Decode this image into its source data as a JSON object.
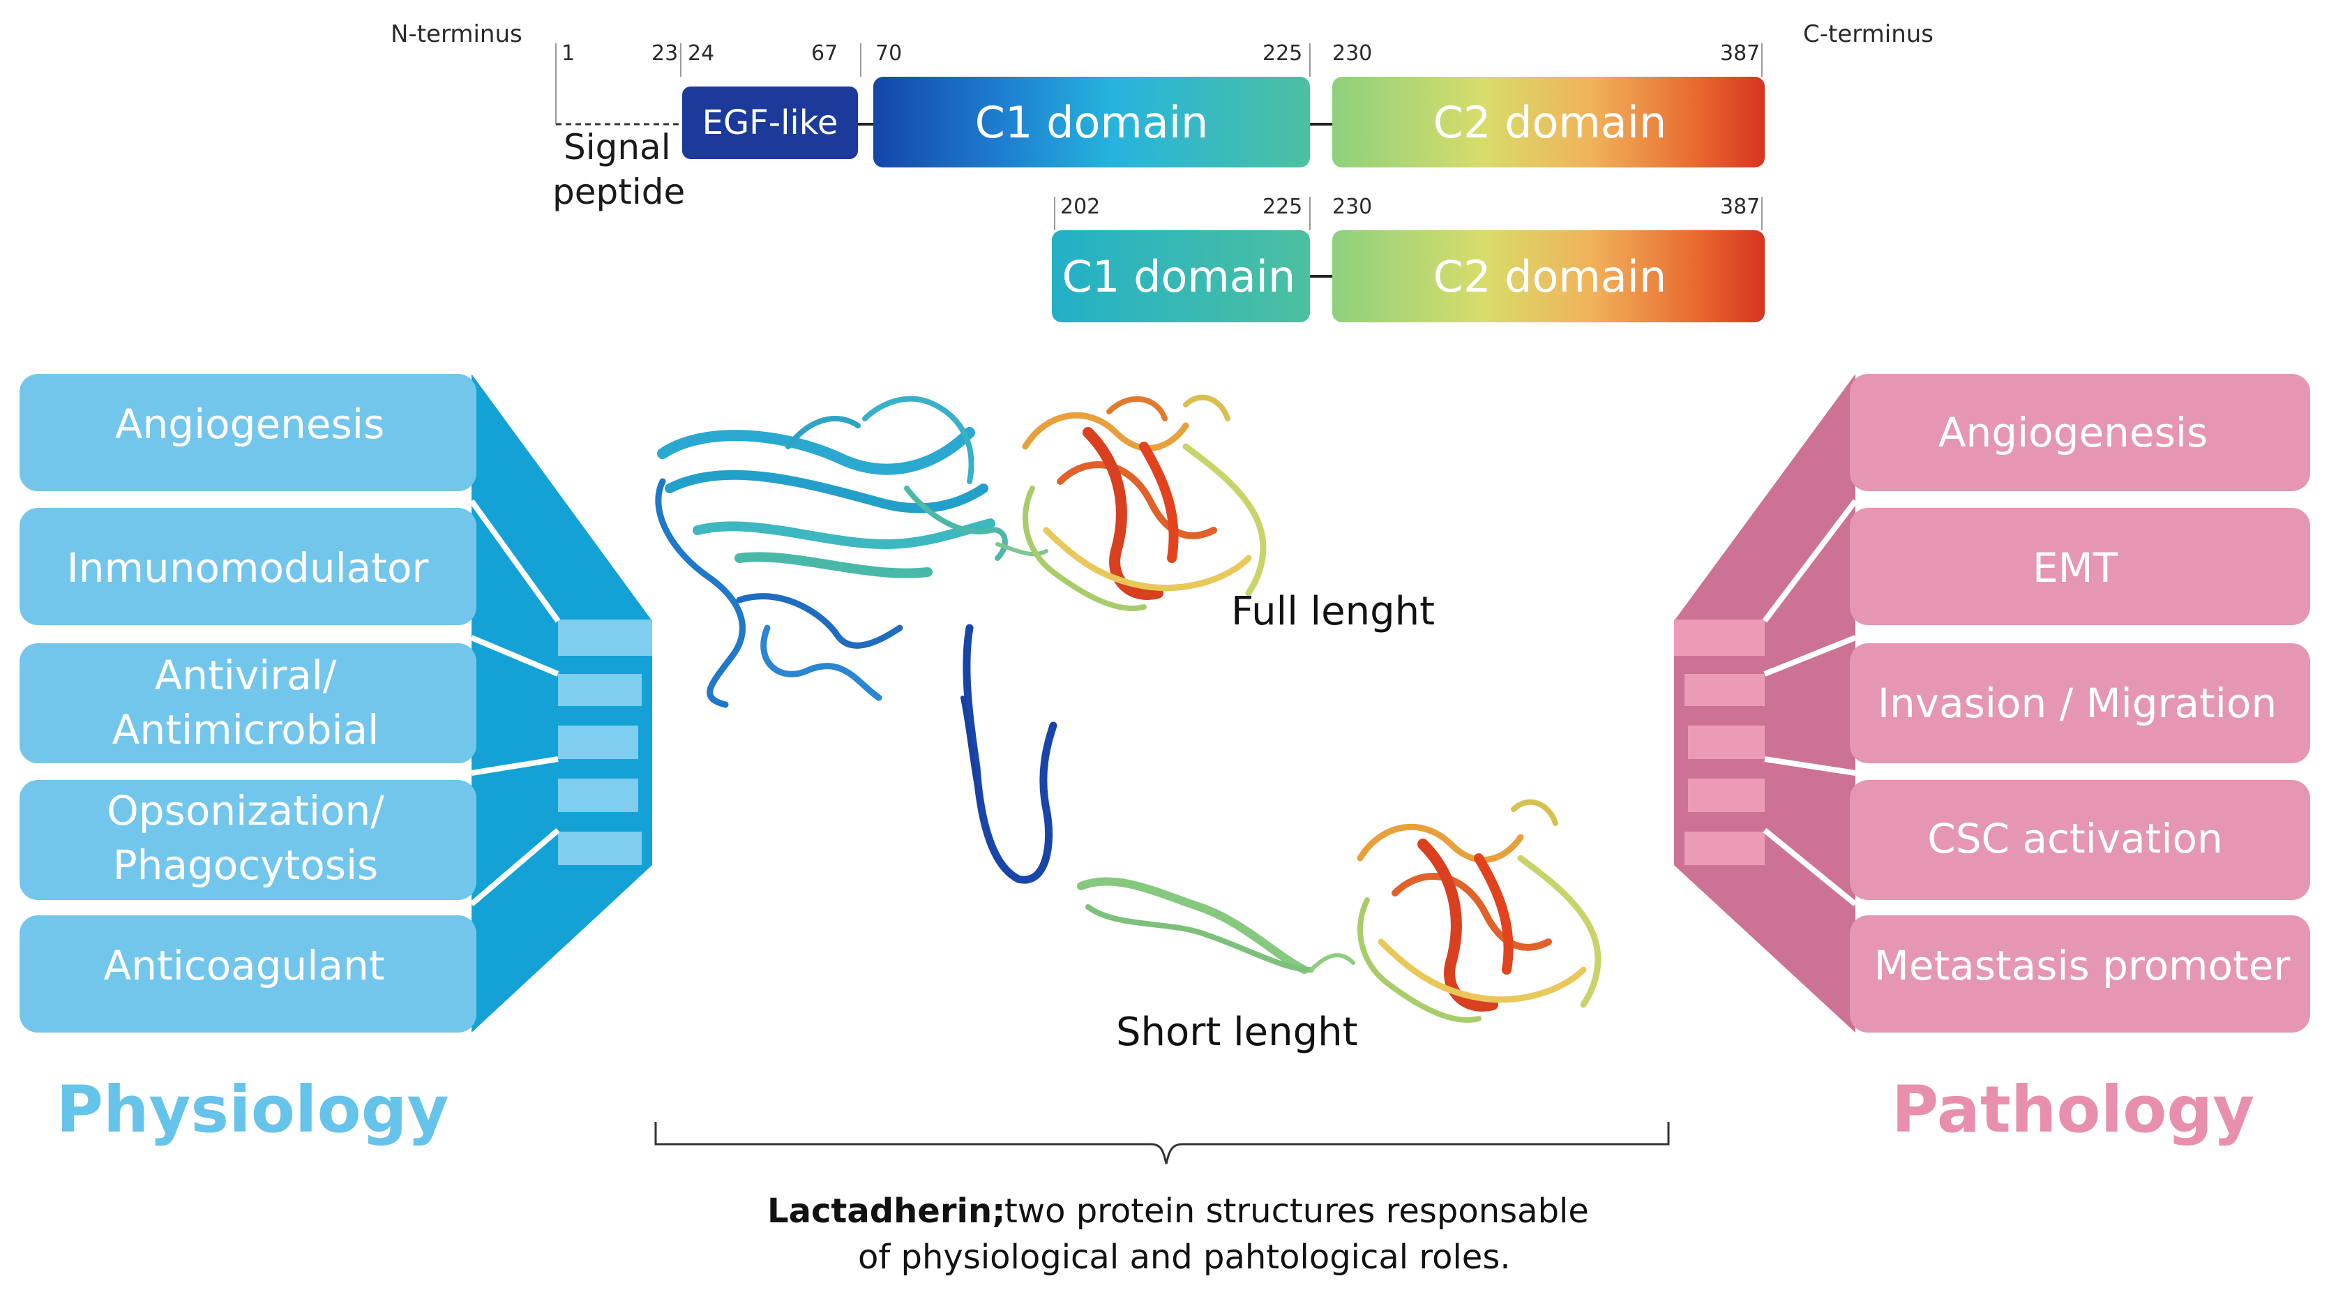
{
  "domain_map": {
    "n_terminus": "N-terminus",
    "c_terminus": "C-terminus",
    "signal_peptide_line1": "Signal",
    "signal_peptide_line2": "peptide",
    "egf_label": "EGF-like",
    "c1_label": "C1 domain",
    "c2_label": "C2 domain",
    "full_positions": [
      "1",
      "23",
      "24",
      "67",
      "70",
      "225",
      "230",
      "387"
    ],
    "short_positions": [
      "202",
      "225",
      "230",
      "387"
    ]
  },
  "structures": {
    "full_label": "Full lenght",
    "short_label": "Short lenght"
  },
  "physiology": {
    "title": "Physiology",
    "color": "#66c3ea",
    "items": [
      {
        "lines": [
          "Angiogenesis"
        ]
      },
      {
        "lines": [
          "Inmunomodulator"
        ]
      },
      {
        "lines": [
          "Antiviral/",
          "Antimicrobial"
        ]
      },
      {
        "lines": [
          "Opsonization/",
          "Phagocytosis"
        ]
      },
      {
        "lines": [
          "Anticoagulant"
        ]
      }
    ]
  },
  "pathology": {
    "title": "Pathology",
    "color": "#e98fae",
    "items": [
      {
        "lines": [
          "Angiogenesis"
        ]
      },
      {
        "lines": [
          "EMT"
        ]
      },
      {
        "lines": [
          "Invasion / Migration"
        ]
      },
      {
        "lines": [
          "CSC activation"
        ]
      },
      {
        "lines": [
          "Metastasis promoter"
        ]
      }
    ]
  },
  "caption": {
    "bold": "Lactadherin;",
    "rest": "two protein structures responsable",
    "line2": "of physiological and pahtological roles."
  }
}
